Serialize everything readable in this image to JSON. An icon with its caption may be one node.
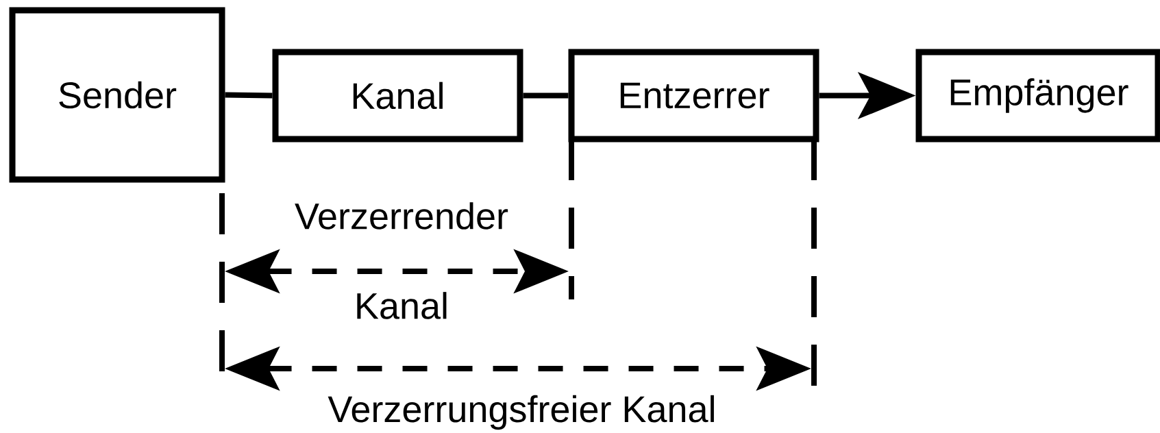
{
  "diagram": {
    "nodes": [
      {
        "text": [
          "Sender"
        ]
      },
      {
        "text": [
          "Kanal"
        ]
      },
      {
        "text": [
          "Entzerrer"
        ]
      },
      {
        "text": [
          "Empfänger"
        ]
      }
    ],
    "edges": [
      {
        "from": 0,
        "to": 1,
        "arrow": "none"
      },
      {
        "from": 1,
        "to": 2,
        "arrow": "none"
      },
      {
        "from": 2,
        "to": 3,
        "arrow": "to"
      }
    ],
    "labels": [
      "Verzerrender",
      "Kanal",
      "Verzerrungsfreier Kanal"
    ]
  }
}
